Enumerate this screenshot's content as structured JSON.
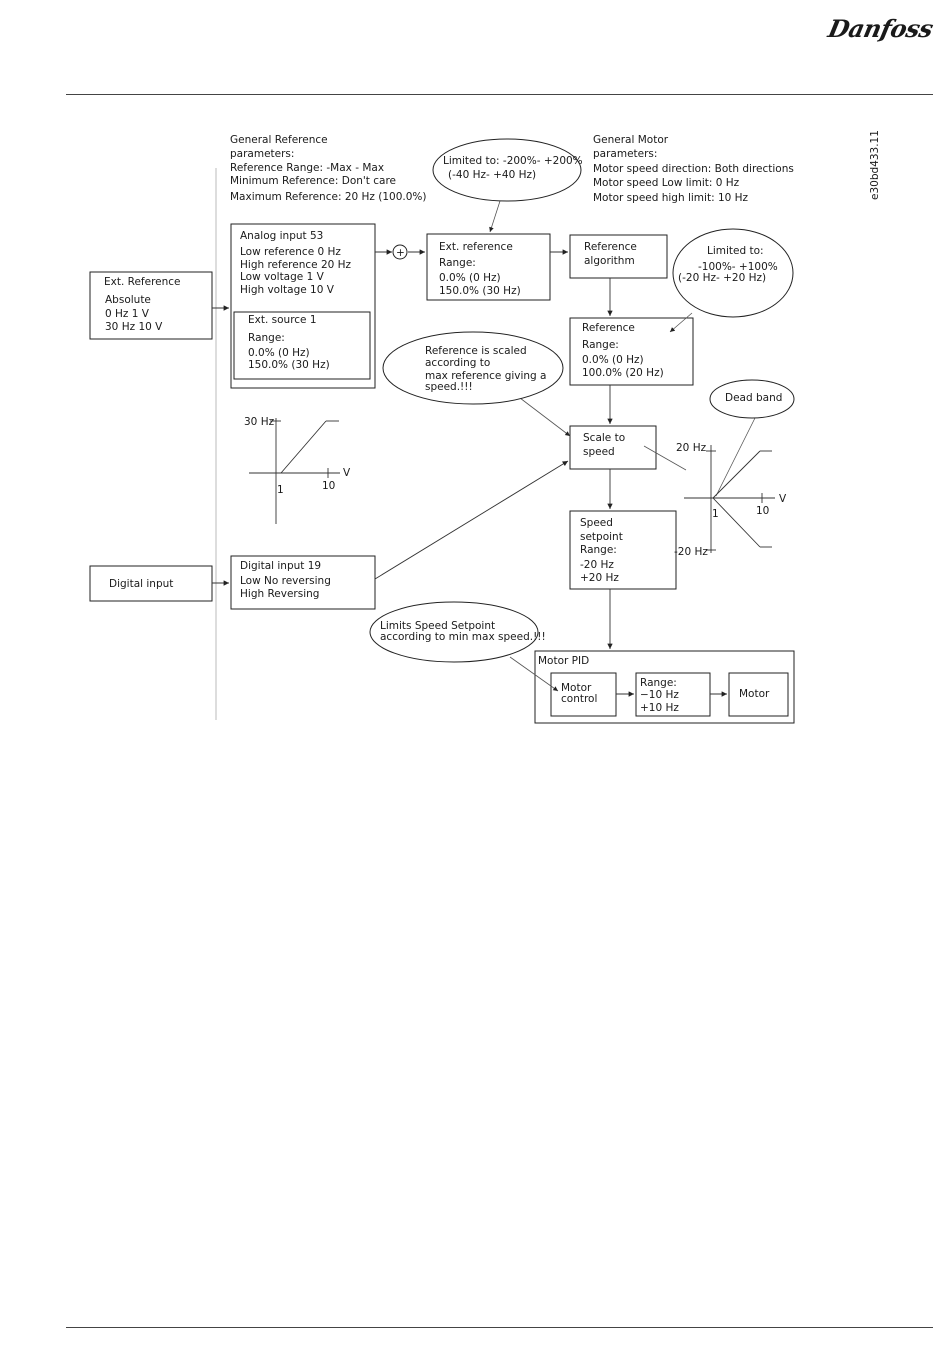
{
  "header": {
    "brand": "Danfoss"
  },
  "figure_code": "e30bd433.11",
  "general_reference": {
    "title": "General Reference",
    "subtitle": "parameters:",
    "lines": [
      "Reference Range: -Max - Max",
      "Minimum Reference: Don't care",
      "Maximum Reference: 20 Hz (100.0%)"
    ]
  },
  "general_motor": {
    "title": "General Motor",
    "subtitle": "parameters:",
    "lines": [
      "Motor speed direction: Both directions",
      "Motor speed Low limit: 0 Hz",
      "Motor speed high limit: 10 Hz"
    ]
  },
  "ext_reference_box": {
    "title": "Ext. Reference",
    "mode": "Absolute",
    "lines": [
      "0 Hz 1 V",
      "30 Hz 10 V"
    ]
  },
  "analog_input_box": {
    "title": "Analog input 53",
    "lines": [
      "Low reference 0 Hz",
      "High reference 20 Hz",
      "Low voltage 1 V",
      "High voltage 10 V"
    ]
  },
  "ext_source_box": {
    "title": "Ext. source 1",
    "range_label": "Range:",
    "lines": [
      "0.0% (0 Hz)",
      "150.0% (30 Hz)"
    ]
  },
  "ext_ref_range_box": {
    "title": "Ext. reference",
    "range_label": "Range:",
    "lines": [
      "0.0% (0 Hz)",
      "150.0% (30 Hz)"
    ]
  },
  "reference_algorithm_box": {
    "lines": [
      "Reference",
      "algorithm"
    ]
  },
  "reference_box": {
    "title": "Reference",
    "range_label": "Range:",
    "lines": [
      "0.0% (0 Hz)",
      "100.0% (20 Hz)"
    ]
  },
  "scale_to_speed_box": {
    "lines": [
      "Scale to",
      "speed"
    ]
  },
  "speed_setpoint_box": {
    "lines": [
      "Speed",
      "setpoint",
      "Range:",
      "-20 Hz",
      "+20 Hz"
    ]
  },
  "digital_input_box": {
    "label": "Digital input"
  },
  "digital_input19_box": {
    "title": "Digital input 19",
    "lines": [
      "Low   No reversing",
      "High  Reversing"
    ]
  },
  "motor_pid": {
    "title": "Motor PID"
  },
  "motor_control_box": {
    "lines": [
      "Motor",
      "control"
    ]
  },
  "pid_range_box": {
    "lines": [
      "Range:",
      "−10 Hz",
      "+10 Hz"
    ]
  },
  "motor_box": {
    "label": "Motor"
  },
  "sum_symbol": "+",
  "bubbles": {
    "limited_ext": [
      "Limited to: -200%- +200%",
      "(-40 Hz- +40 Hz)"
    ],
    "limited_ref": [
      "Limited to:",
      "-100%- +100%",
      "(-20 Hz- +20 Hz)"
    ],
    "scaled": [
      "Reference is scaled",
      "according to",
      "max reference giving a",
      "speed.!!!"
    ],
    "dead_band": [
      "Dead band"
    ],
    "limits_setpoint": [
      "Limits Speed Setpoint",
      "according to min max speed.!!!"
    ]
  },
  "graph_left": {
    "y_label": "30 Hz",
    "x_label": "V",
    "x_tick_1": "1",
    "x_tick_2": "10"
  },
  "graph_right": {
    "y_top": "20 Hz",
    "y_bottom": "-20 Hz",
    "x_label": "V",
    "x_tick_1": "1",
    "x_tick_2": "10"
  }
}
